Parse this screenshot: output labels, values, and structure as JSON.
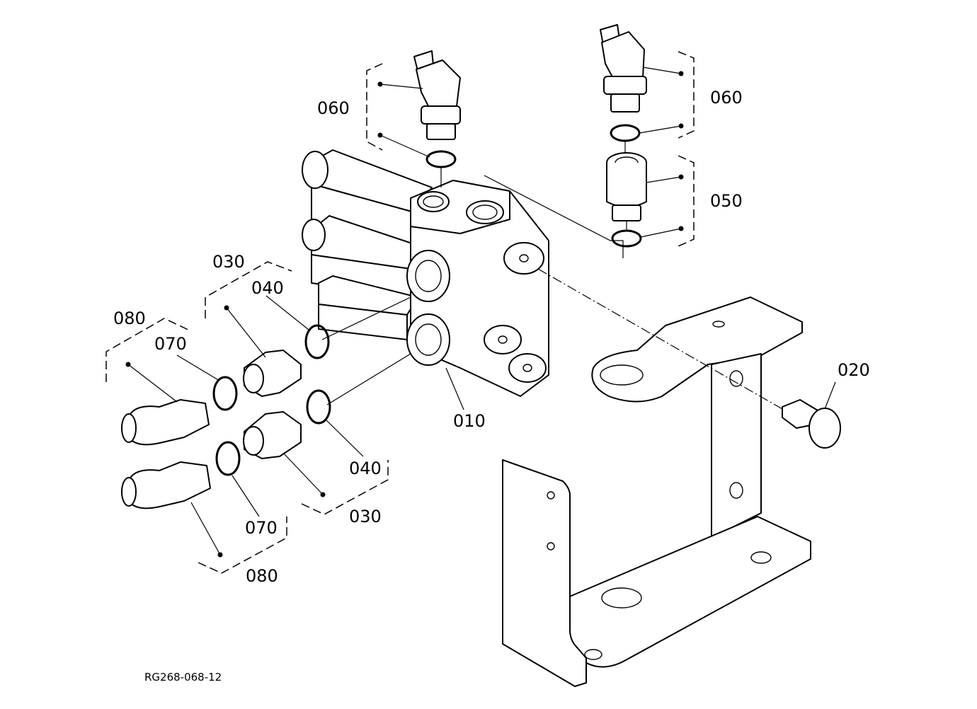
{
  "figure": {
    "reference_code": "RG268-068-12",
    "callouts": [
      {
        "id": "c060_left",
        "text": "060"
      },
      {
        "id": "c060_right",
        "text": "060"
      },
      {
        "id": "c050",
        "text": "050"
      },
      {
        "id": "c030_top",
        "text": "030"
      },
      {
        "id": "c040_top",
        "text": "040"
      },
      {
        "id": "c080_top",
        "text": "080"
      },
      {
        "id": "c070_top",
        "text": "070"
      },
      {
        "id": "c020",
        "text": "020"
      },
      {
        "id": "c010",
        "text": "010"
      },
      {
        "id": "c040_bottom",
        "text": "040"
      },
      {
        "id": "c030_bottom",
        "text": "030"
      },
      {
        "id": "c070_bottom",
        "text": "070"
      },
      {
        "id": "c080_bottom",
        "text": "080"
      }
    ]
  }
}
